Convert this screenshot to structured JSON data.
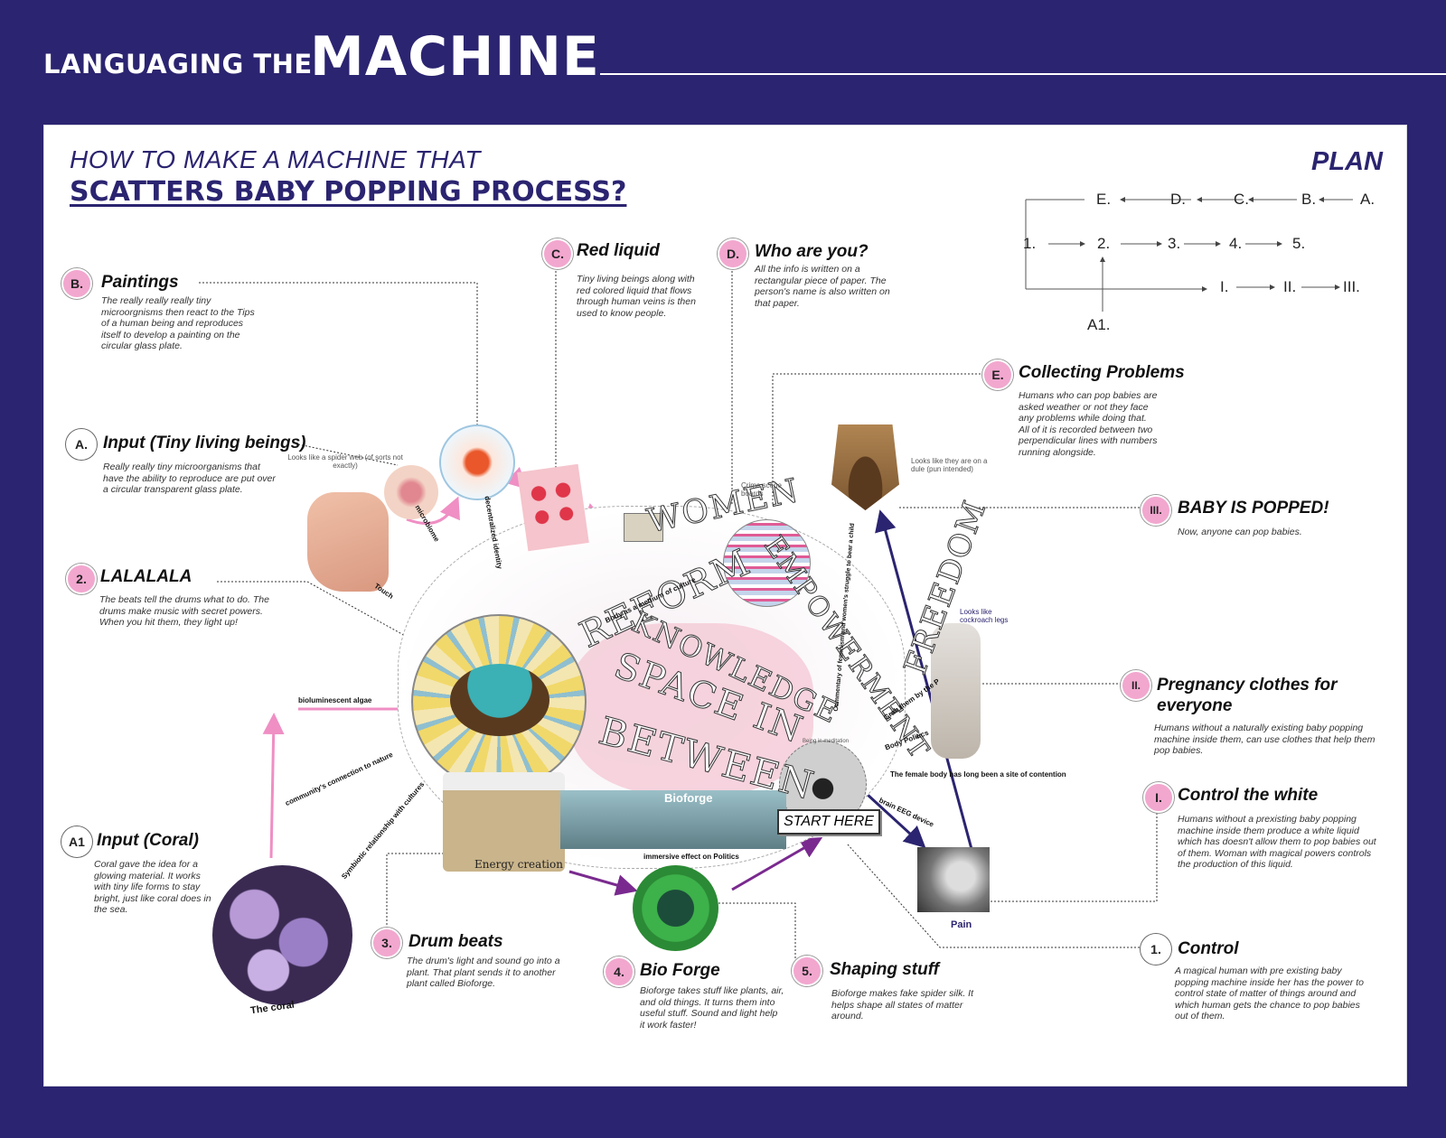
{
  "header": {
    "small": "LANGUAGING THE",
    "big": "MACHINE"
  },
  "question": {
    "line1": "HOW TO MAKE  A MACHINE THAT",
    "line2": "SCATTERS BABY POPPING PROCESS?"
  },
  "plan_label": "PLAN",
  "sequence": {
    "row1": [
      "E.",
      "D.",
      "C.",
      "B.",
      "A."
    ],
    "row2": [
      "1.",
      "2.",
      "3.",
      "4.",
      "5."
    ],
    "row3": [
      "I.",
      "II.",
      "III."
    ],
    "a1": "A1."
  },
  "nodes": {
    "b": {
      "badge": "B.",
      "title": "Paintings",
      "desc": "The really really really tiny microorgnisms then react to the Tips of a human being and reproduces itself to develop a painting on the circular glass plate."
    },
    "c": {
      "badge": "C.",
      "title": "Red liquid",
      "desc": "Tiny living beings along with red colored liquid that flows through human veins is then used to know people."
    },
    "d": {
      "badge": "D.",
      "title": "Who are you?",
      "desc": "All the info is written on a rectangular piece of paper. The person's name is also written on that paper."
    },
    "e": {
      "badge": "E.",
      "title": "Collecting Problems",
      "desc": "Humans who can pop babies are asked weather or not they face any problems while doing that. All of it is recorded between two perpendicular lines with numbers running alongside."
    },
    "a": {
      "badge": "A.",
      "title": "Input (Tiny living beings)",
      "desc": "Really really tiny microorganisms that have the ability to reproduce are put over a circular transparent glass plate."
    },
    "two": {
      "badge": "2.",
      "title": "LALALALA",
      "desc": "The beats tell the drums what to do. The drums make music with secret powers. When you hit them, they light up!"
    },
    "iii": {
      "badge": "III.",
      "title": "BABY IS POPPED!",
      "desc": "Now, anyone can pop babies."
    },
    "ii": {
      "badge": "II.",
      "title": "Pregnancy clothes for everyone",
      "desc": "Humans without a naturally existing baby popping machine inside them, can use clothes that help them pop babies."
    },
    "i": {
      "badge": "I.",
      "title": "Control the white",
      "desc": "Humans without a prexisting baby popping machine inside them produce a white liquid which has doesn't allow them to pop babies out of them. Woman with magical powers controls the production of this liquid."
    },
    "a1": {
      "badge": "A1",
      "title": "Input (Coral)",
      "desc": "Coral gave the idea for a glowing material. It works with tiny life forms to stay bright, just like coral does in the sea."
    },
    "three": {
      "badge": "3.",
      "title": "Drum beats",
      "desc": "The drum's light and sound go into a plant. That plant sends it to another plant called Bioforge."
    },
    "four": {
      "badge": "4.",
      "title": "Bio Forge",
      "desc": "Bioforge takes stuff like plants, air, and old things. It turns them into useful stuff. Sound and light help it work faster!"
    },
    "five": {
      "badge": "5.",
      "title": "Shaping stuff",
      "desc": "Bioforge makes fake spider silk. It helps shape all states of matter around."
    },
    "one": {
      "badge": "1.",
      "title": "Control",
      "desc": "A magical human with pre existing baby popping machine inside her has the power to control  state of matter of things around and which human gets the chance to pop babies out of them."
    }
  },
  "labels": {
    "spider": "Looks like a spider web (of sorts not exactly)",
    "microbiome": "microbiome",
    "decentralized": "decentralized identity",
    "touch": "Touch",
    "algae": "bioluminescent algae",
    "community": "community's connection to nature",
    "symbiotic": "Symbiotic relationship with cultures",
    "energy": "Energy creation",
    "immersive": "immersive effect on Politics",
    "crime": "Crime scene boards",
    "body_medium": "Body as a medium of culture",
    "dule": "Looks like they are on a dule (pun intended)",
    "cockroach": "Looks like cockroach legs",
    "grab": "Grab them by the P",
    "body_politics": "Body Politics",
    "female_body": "The female body has long been a site of contention",
    "eeg": "brain EEG device",
    "pain": "Pain",
    "coral": "The coral",
    "start": "START HERE",
    "bioforge_sign": "Bioforge",
    "meditation": "Being in meditation",
    "struggle": "Commentary of feminism and women's struggle to bear a child"
  },
  "words": {
    "women": "WOMEN",
    "reform": "REFORM",
    "empowerment": "EMPOWERMENT",
    "knowledge": "KNOWLEDGE",
    "space": "SPACE IN",
    "between": "BETWEEN",
    "freedom": "FREEDOM"
  },
  "colors": {
    "navy": "#2b2470",
    "pink": "#f2a7cf",
    "arrow_pink": "#ef8fc4",
    "arrow_purple": "#7a2a8f",
    "arrow_navy": "#2b2470"
  }
}
